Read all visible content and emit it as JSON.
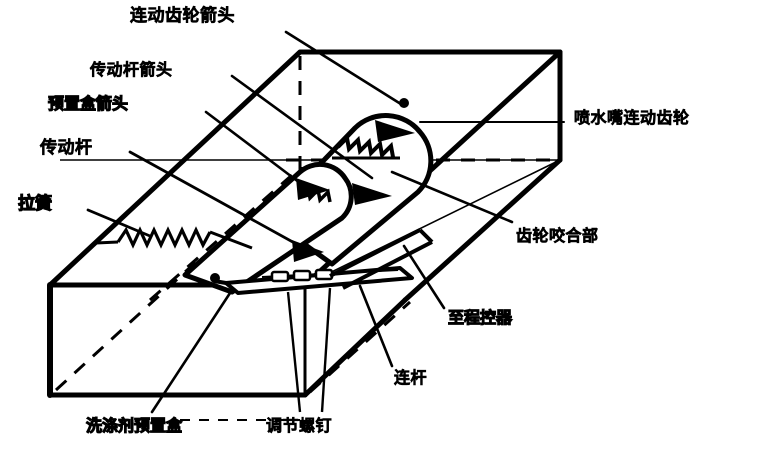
{
  "figure": {
    "kind": "hand-drawn isometric technical illustration",
    "subject": "washing machine detergent dispenser linkage mechanism",
    "ink_color": "#000000",
    "background_color": "#ffffff"
  },
  "labels": {
    "linkage_gear_arrow": "连动齿轮箭头",
    "drive_rod_arrow": "传动杆箭头",
    "preset_box_arrow": "预置盒箭头",
    "drive_rod": "传动杆",
    "tension_spring": "拉簧",
    "spray_nozzle_linkage_gear": "喷水嘴连动齿轮",
    "gear_mesh_section": "齿轮咬合部",
    "to_program_controller": "至程控器",
    "connecting_rod": "连杆",
    "detergent_preset_box": "洗涤剂预置盒",
    "adjusting_screw": "调节螺钉"
  },
  "parts": [
    {
      "id": "linkage-gear-arrow",
      "name": "连动齿轮箭头",
      "position": "top-center"
    },
    {
      "id": "drive-rod-arrow",
      "name": "传动杆箭头",
      "position": "upper-left"
    },
    {
      "id": "preset-box-arrow",
      "name": "预置盒箭头",
      "position": "upper-left"
    },
    {
      "id": "drive-rod",
      "name": "传动杆",
      "position": "left"
    },
    {
      "id": "tension-spring",
      "name": "拉簧",
      "position": "left"
    },
    {
      "id": "spray-nozzle-linkage-gear",
      "name": "喷水嘴连动齿轮",
      "position": "right"
    },
    {
      "id": "gear-mesh-section",
      "name": "齿轮咬合部",
      "position": "right"
    },
    {
      "id": "to-program-controller",
      "name": "至程控器",
      "position": "lower-right"
    },
    {
      "id": "connecting-rod",
      "name": "连杆",
      "position": "bottom-right"
    },
    {
      "id": "adjusting-screw",
      "name": "调节螺钉",
      "position": "bottom-center"
    },
    {
      "id": "detergent-preset-box",
      "name": "洗涤剂预置盒",
      "position": "bottom-left"
    }
  ]
}
